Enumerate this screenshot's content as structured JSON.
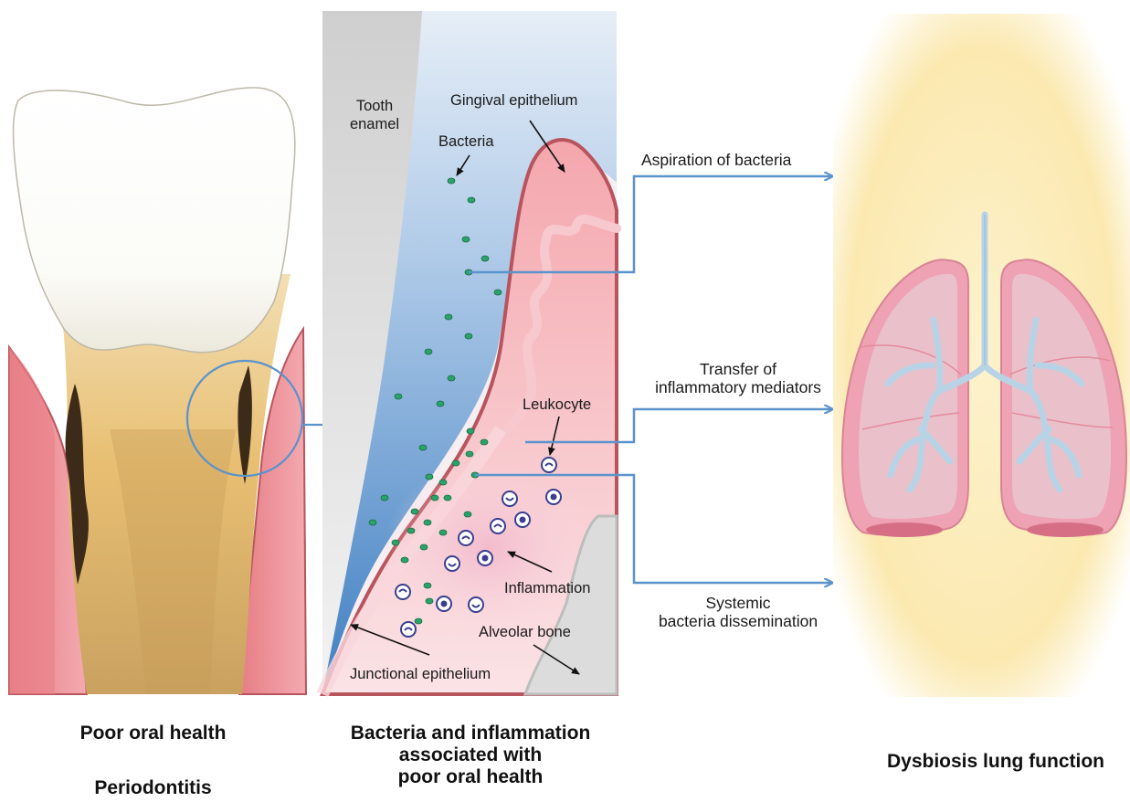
{
  "panel_oral": {
    "caption_1": "Poor oral health",
    "caption_2": "Periodontitis"
  },
  "panel_gum": {
    "label_tooth_enamel_1": "Tooth",
    "label_tooth_enamel_2": "enamel",
    "label_gingival_epithelium": "Gingival epithelium",
    "label_bacteria": "Bacteria",
    "label_leukocyte": "Leukocyte",
    "label_inflammation": "Inflammation",
    "label_alveolar_bone": "Alveolar bone",
    "label_junctional_epithelium": "Junctional epithelium",
    "caption_1": "Bacteria and inflammation",
    "caption_2": "associated with",
    "caption_3": "poor oral health"
  },
  "pathways": {
    "aspiration": "Aspiration of bacteria",
    "transfer_1": "Transfer of",
    "transfer_2": "inflammatory mediators",
    "systemic_1": "Systemic",
    "systemic_2": "bacteria dissemination"
  },
  "panel_lung": {
    "caption": "Dysbiosis lung function"
  },
  "colors": {
    "arrow": "#5b93cc",
    "gum": "#e88a96",
    "gum_dark": "#b8545e",
    "bacteria": "#2aa36a",
    "enamel_grey": "#d6d6d6",
    "lung": "#eaa4b4",
    "airway": "#b9d3e6"
  }
}
